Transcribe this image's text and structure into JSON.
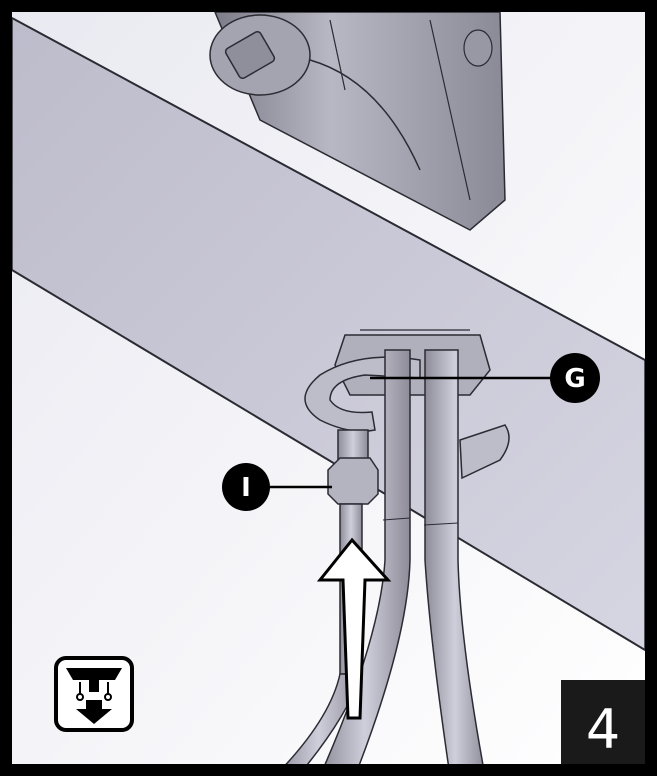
{
  "callouts": {
    "g_label": "G",
    "i_label": "I"
  },
  "step": {
    "number": "4"
  },
  "icons": {
    "corner_icon": "under-sink-install-icon",
    "arrow": "up-arrow-icon"
  },
  "colors": {
    "frame": "#000000",
    "panel": "#c9c8d6",
    "wall": "#ffffff",
    "metal": "#a9a8b4",
    "callout_fill": "#000000",
    "callout_text": "#ffffff"
  }
}
